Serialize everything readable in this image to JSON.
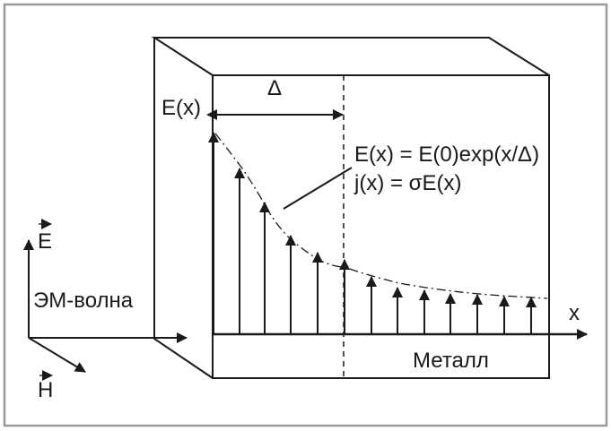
{
  "labels": {
    "ex": "E(x)",
    "delta": "Δ",
    "formula_e": "E(x) = E(0)exp(x/Δ)",
    "formula_j": "j(x) = σE(x)",
    "e_vec": "E",
    "wave": "ЭМ-волна",
    "x_axis": "x",
    "h_vec": "H",
    "metal": "Металл"
  },
  "colors": {
    "frame_border": "#9a9a9a",
    "ink": "#1a1a1a",
    "background": "#ffffff"
  },
  "field_arrows_count": 12
}
